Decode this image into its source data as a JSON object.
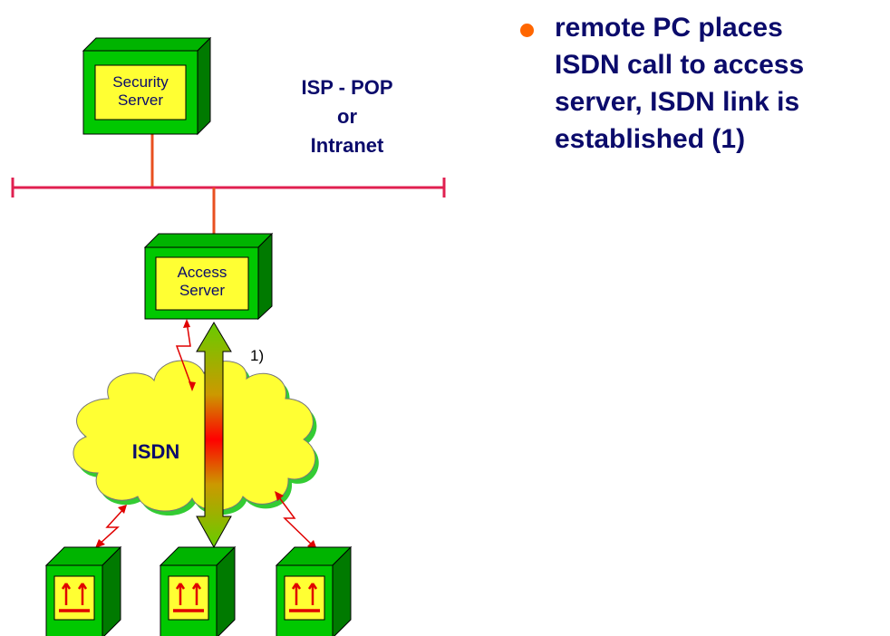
{
  "colors": {
    "box_face": "#ffff33",
    "box_front": "#00c800",
    "box_top": "#00b400",
    "box_side": "#007a00",
    "network_line": "#e02050",
    "link_line": "#e85020",
    "text_dark": "#0b0b6b",
    "lightning": "#e00000",
    "cloud_fill": "#ffff33",
    "cloud_shadow": "#33cc33",
    "bullet_dot": "#ff6600"
  },
  "security_server": {
    "label": "Security\nServer"
  },
  "access_server": {
    "label": "Access\nServer"
  },
  "network_label": "ISP - POP\nor\nIntranet",
  "cloud_label": "ISDN",
  "arrow_label": "1)",
  "remote_pcs": [
    {
      "icon": "up-arrows-icon"
    },
    {
      "icon": "up-arrows-icon"
    },
    {
      "icon": "up-arrows-icon"
    }
  ],
  "bullet": {
    "text": "remote PC places\nISDN call to access\nserver, ISDN link is\nestablished (1)"
  }
}
